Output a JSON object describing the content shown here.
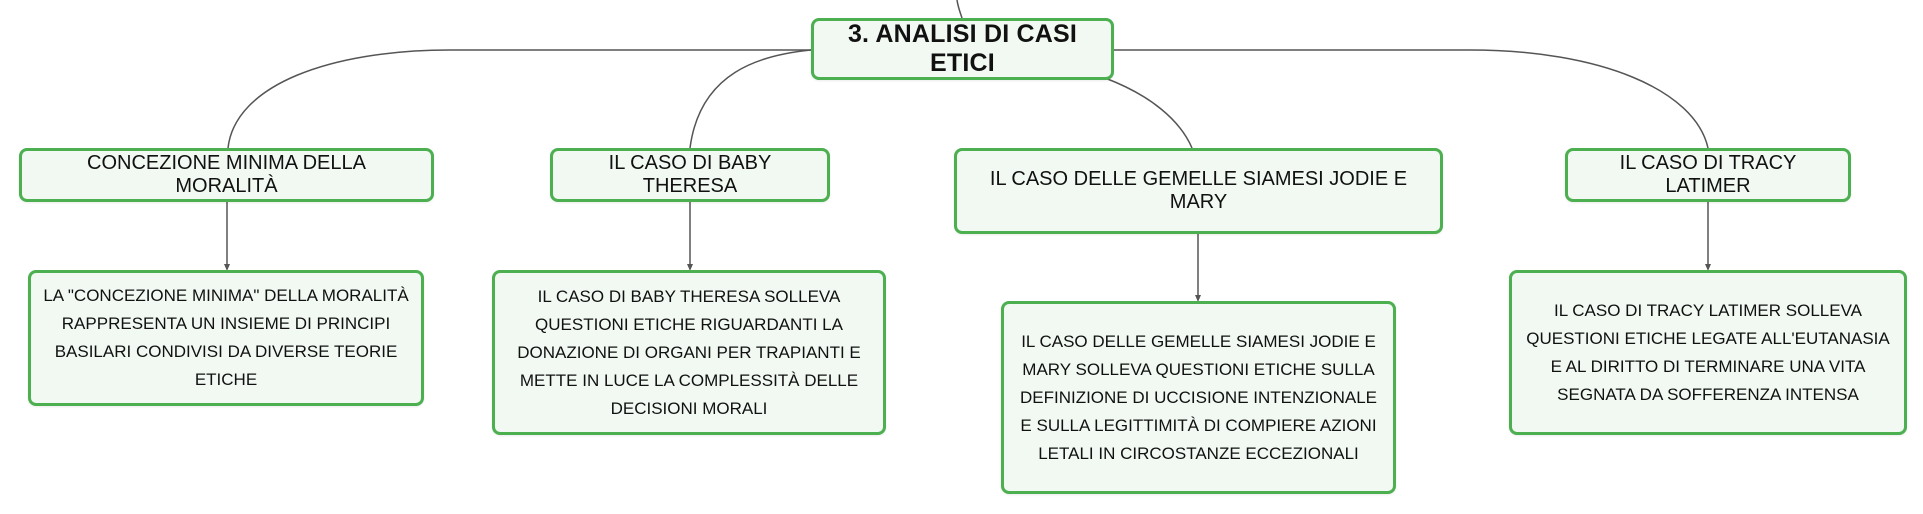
{
  "root": {
    "label": "3. ANALISI DI CASI ETICI"
  },
  "topics": [
    {
      "id": "moralita",
      "title": "CONCEZIONE MINIMA DELLA MORALITÀ",
      "description": "LA \"CONCEZIONE MINIMA\" DELLA MORALITÀ RAPPRESENTA UN INSIEME DI PRINCIPI BASILARI CONDIVISI DA DIVERSE TEORIE ETICHE"
    },
    {
      "id": "theresa",
      "title": "IL CASO DI BABY THERESA",
      "description": "IL CASO DI BABY THERESA SOLLEVA QUESTIONI ETICHE RIGUARDANTI LA DONAZIONE DI ORGANI PER TRAPIANTI E METTE IN LUCE LA COMPLESSITÀ DELLE DECISIONI MORALI"
    },
    {
      "id": "gemelle",
      "title": "IL CASO DELLE GEMELLE SIAMESI JODIE E MARY",
      "description": "IL CASO DELLE GEMELLE SIAMESI JODIE E MARY SOLLEVA QUESTIONI ETICHE SULLA DEFINIZIONE DI UCCISIONE INTENZIONALE E SULLA LEGITTIMITÀ DI COMPIERE AZIONI LETALI IN CIRCOSTANZE ECCEZIONALI"
    },
    {
      "id": "tracy",
      "title": "IL CASO DI TRACY LATIMER",
      "description": "IL CASO DI TRACY LATIMER SOLLEVA QUESTIONI ETICHE LEGATE ALL'EUTANASIA E AL DIRITTO DI TERMINARE UNA VITA SEGNATA DA SOFFERENZA INTENSA"
    }
  ],
  "colors": {
    "node_border": "#4caf50",
    "node_fill": "#f1f9f2",
    "connector": "#555555",
    "text": "#111111"
  }
}
